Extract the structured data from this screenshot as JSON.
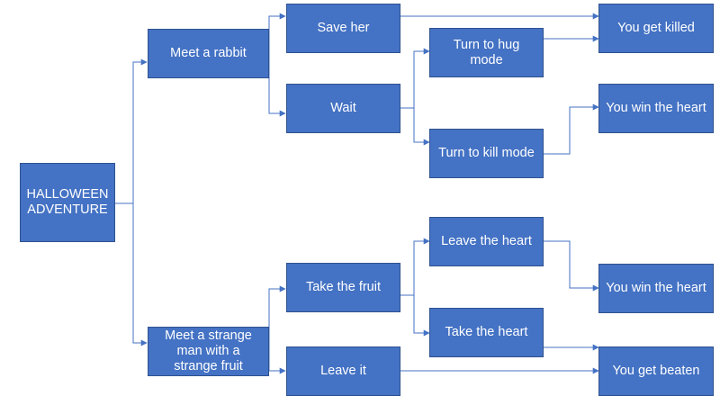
{
  "diagram": {
    "root": "HALLOWEEN ADVENTURE",
    "branch_rabbit": {
      "label": "Meet a rabbit",
      "save_her": "Save her",
      "wait": "Wait",
      "turn_hug": "Turn to hug mode",
      "turn_kill": "Turn to kill mode",
      "outcome_killed": "You get killed",
      "outcome_win": "You win the heart"
    },
    "branch_stranger": {
      "label": "Meet a strange man with a strange fruit",
      "take_fruit": "Take the fruit",
      "leave_it": "Leave it",
      "leave_heart": "Leave the heart",
      "take_heart": "Take the heart",
      "outcome_win": "You win the heart",
      "outcome_beaten": "You get beaten"
    }
  },
  "colors": {
    "node_fill": "#4472c4",
    "node_border": "#2f528f",
    "node_text": "#ffffff",
    "connector": "#4472c4"
  }
}
